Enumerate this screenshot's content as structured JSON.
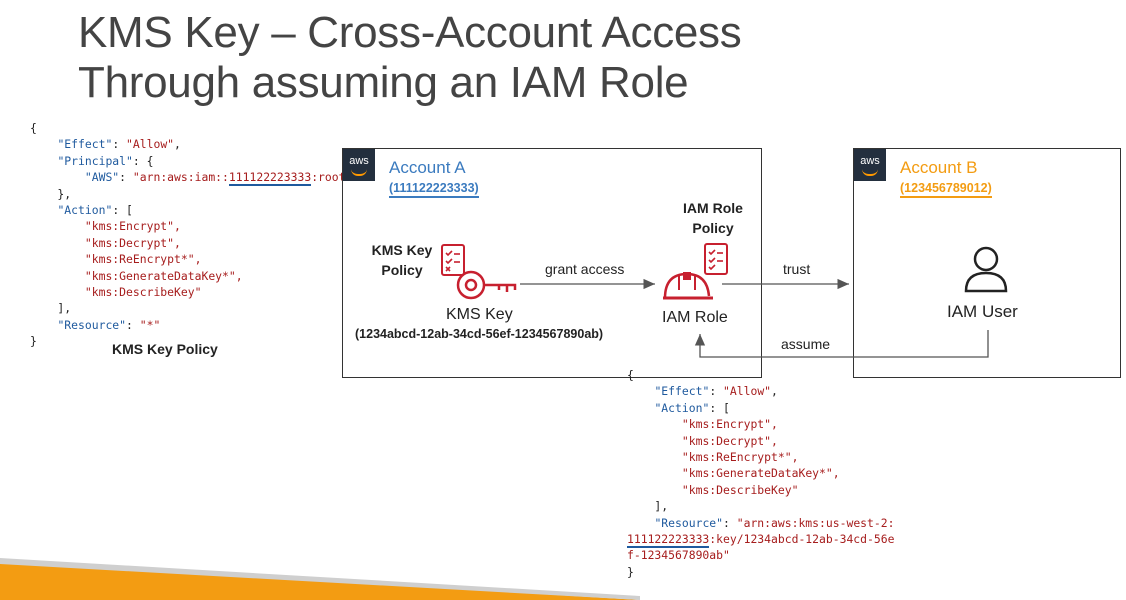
{
  "title": {
    "line1": "KMS Key – Cross-Account Access",
    "line2": "Through assuming an IAM Role"
  },
  "left_policy": {
    "open": "{",
    "effect_key": "\"Effect\"",
    "effect_val": "\"Allow\"",
    "principal_key": "\"Principal\"",
    "aws_key": "\"AWS\"",
    "aws_val_prefix": "\"arn:aws:iam::",
    "aws_val_account": "111122223333",
    "aws_val_suffix": ":root\"",
    "action_key": "\"Action\"",
    "actions": [
      "\"kms:Encrypt\",",
      "\"kms:Decrypt\",",
      "\"kms:ReEncrypt*\",",
      "\"kms:GenerateDataKey*\",",
      "\"kms:DescribeKey\""
    ],
    "resource_key": "\"Resource\"",
    "resource_val": "\"*\"",
    "close": "}",
    "caption": "KMS Key Policy"
  },
  "account_a": {
    "name": "Account A",
    "id": "(111122223333)",
    "badge": "aws",
    "kms_policy_label_1": "KMS Key",
    "kms_policy_label_2": "Policy",
    "kms_key_label": "KMS Key",
    "kms_key_id": "(1234abcd-12ab-34cd-56ef-1234567890ab)",
    "grant_label": "grant access",
    "iam_role_policy_1": "IAM Role",
    "iam_role_policy_2": "Policy",
    "iam_role_label": "IAM Role"
  },
  "account_b": {
    "name": "Account B",
    "id": "(123456789012)",
    "badge": "aws",
    "iam_user_label": "IAM User"
  },
  "arrows": {
    "trust": "trust",
    "assume": "assume"
  },
  "right_policy": {
    "open": "{",
    "effect_key": "\"Effect\"",
    "effect_val": "\"Allow\"",
    "action_key": "\"Action\"",
    "actions": [
      "\"kms:Encrypt\",",
      "\"kms:Decrypt\",",
      "\"kms:ReEncrypt*\",",
      "\"kms:GenerateDataKey*\",",
      "\"kms:DescribeKey\""
    ],
    "resource_key": "\"Resource\"",
    "resource_line1": "\"arn:aws:kms:us-west-2:",
    "resource_account": "111122223333",
    "resource_line2_rest": ":key/1234abcd-12ab-34cd-56e",
    "resource_line3": "f-1234567890ab\"",
    "close": "}"
  },
  "colors": {
    "account_a": "#3b7bbf",
    "account_b": "#f39c12",
    "icon_red": "#c7202f",
    "aws_badge": "#232f3e",
    "aws_orange": "#ff9900",
    "stripe_orange": "#f39c12"
  }
}
